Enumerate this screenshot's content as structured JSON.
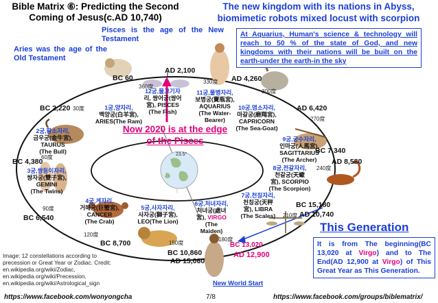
{
  "header": {
    "title_left": "Bible Matrix ⑥: Predicting the Second Coming of Jesus(c.AD 10,740)",
    "title_right": "The new kingdom with its nations in Abyss, biomimetic robots mixed locust with scorpion"
  },
  "notes": {
    "pisces_age": "Pisces is the age of the New Testament",
    "aries_age": "Aries was the age of the Old Testament",
    "aquarius_box": "At Aquarius, Human's science & technology will reach to 50 % of the state of God, and new kingdoms with their nations will be built on the earth-under the earth-in the sky",
    "now_2020": "Now 2020 is at the edge of the Pisces",
    "new_world_start": "New World Start"
  },
  "eras": {
    "bc60": "BC 60",
    "ad2100": "AD 2,100",
    "ad4260": "AD 4,260",
    "bc2220": "BC 2,220",
    "ad6420": "AD 6,420",
    "bc4380": "BC 4,380",
    "bc7340": "BC 7,340",
    "ad8580": "AD 8,580",
    "bc6540": "BC 6,540",
    "bc15180": "BC 15,180",
    "ad10740": "AD 10,740",
    "bc8700": "BC 8,700",
    "bc10860": "BC 10,860",
    "ad15060": "AD 15,060",
    "bc13020": "BC 13,020",
    "ad12900": "AD 12,900"
  },
  "degrees": {
    "d360a": "360度",
    "d330": "330度",
    "d300": "300度",
    "d30": "30度",
    "d270": "270度",
    "d60": "60度",
    "d240": "240度",
    "d90": "90度",
    "d210": "210度",
    "d120": "120度",
    "d150": "150度",
    "d180": "180度",
    "tilt": "23.5°"
  },
  "signs": {
    "pisces": {
      "a": "12궁,물고기자",
      "b": "리, 쌍어궁(쌍어",
      "c": "宮), PISCES",
      "d": "(The Fish)"
    },
    "aries": {
      "a": "1궁,양자리,",
      "b": "백양궁(白羊宮),",
      "c": "ARIES(The Ram)"
    },
    "aquarius": {
      "a": "11궁,물병자리,",
      "b": "보병궁(寶瓶宮),",
      "c": "AQUARIUS",
      "d": "(The Water-",
      "e": "Bearer)"
    },
    "capricorn": {
      "a": "10궁,염소자리,",
      "b": "마갈궁(磨羯宮),",
      "c": "CAPRICORN",
      "d": "(The Sea-Goat)"
    },
    "taurus": {
      "a": "2궁,황소자리,",
      "b": "금우궁(金牛宮),",
      "c": "TAURUS",
      "d": "(The Bull)"
    },
    "sagittarius": {
      "a": "9궁,궁수자리,",
      "b": "인마궁(人馬宮),",
      "c": "SAGITTARIUS",
      "d": "(The  Archer)"
    },
    "gemini": {
      "a": "3궁,쌍둥이자리,",
      "b": "쌍자궁(雙子宮),",
      "c": "GEMINI",
      "d": "(The Twins)"
    },
    "scorpio": {
      "a": "8궁,전갈자리,",
      "b": "천갈궁(天蠍",
      "c": "宮), SCORPIO",
      "d": "(The Scorpion)"
    },
    "cancer": {
      "a": "4궁,게자리,",
      "b": "거해궁(巨蟹宮),",
      "c": "CANCER",
      "d": "(The Crab)"
    },
    "leo": {
      "a": "5궁,사자자리,",
      "b": "사자궁(獅子宮),",
      "c": "LEO(The Lion)"
    },
    "virgo": {
      "a": "6궁,처녀자리,",
      "b": "처녀궁(處녀",
      "c": "宮), ",
      "cv": "VIRGO",
      "d": "(The",
      "e": "Maiden)"
    },
    "libra": {
      "a": "7궁,천칭자리,",
      "b": "천칭궁(天秤",
      "c": "宮), LIBRA",
      "d": "(The Scales)"
    }
  },
  "this_generation": {
    "title": "This Generation",
    "t1": "It is from The beginning(BC 13,020 at ",
    "v1": "Virgo",
    "t2": ") and to The End(AD 12,900 at ",
    "v2": "Virgo",
    "t3": ") of This Great Year as This Generation."
  },
  "credit": {
    "l1": "Image: 12 constellations according to",
    "l2": "precession or Great Year or Zodiac. Credit:",
    "l3": "en.wikipedia.org/wiki/Zodiac,",
    "l4": "en.wikipedia.org/wiki/Precession,",
    "l5": "en.wikipedia.org/wiki/Astrological_sign"
  },
  "footer": {
    "left": "https://www.facebook.com/wonyongcha",
    "page": "7/8",
    "right": "https://www.facebook.com/groups/biblematrix/"
  },
  "colors": {
    "accent_blue": "#1a3fd6",
    "accent_pink": "#e0007a",
    "ellipse": "#111111"
  },
  "icons": [
    "pisces-fish-icon",
    "aries-ram-icon",
    "aquarius-water-bearer-icon",
    "capricorn-goat-icon",
    "taurus-bull-icon",
    "sagittarius-archer-icon",
    "gemini-twins-icon",
    "scorpio-scorpion-icon",
    "cancer-crab-icon",
    "leo-lion-icon",
    "virgo-maiden-icon",
    "libra-scales-icon",
    "earth-globe-icon"
  ]
}
